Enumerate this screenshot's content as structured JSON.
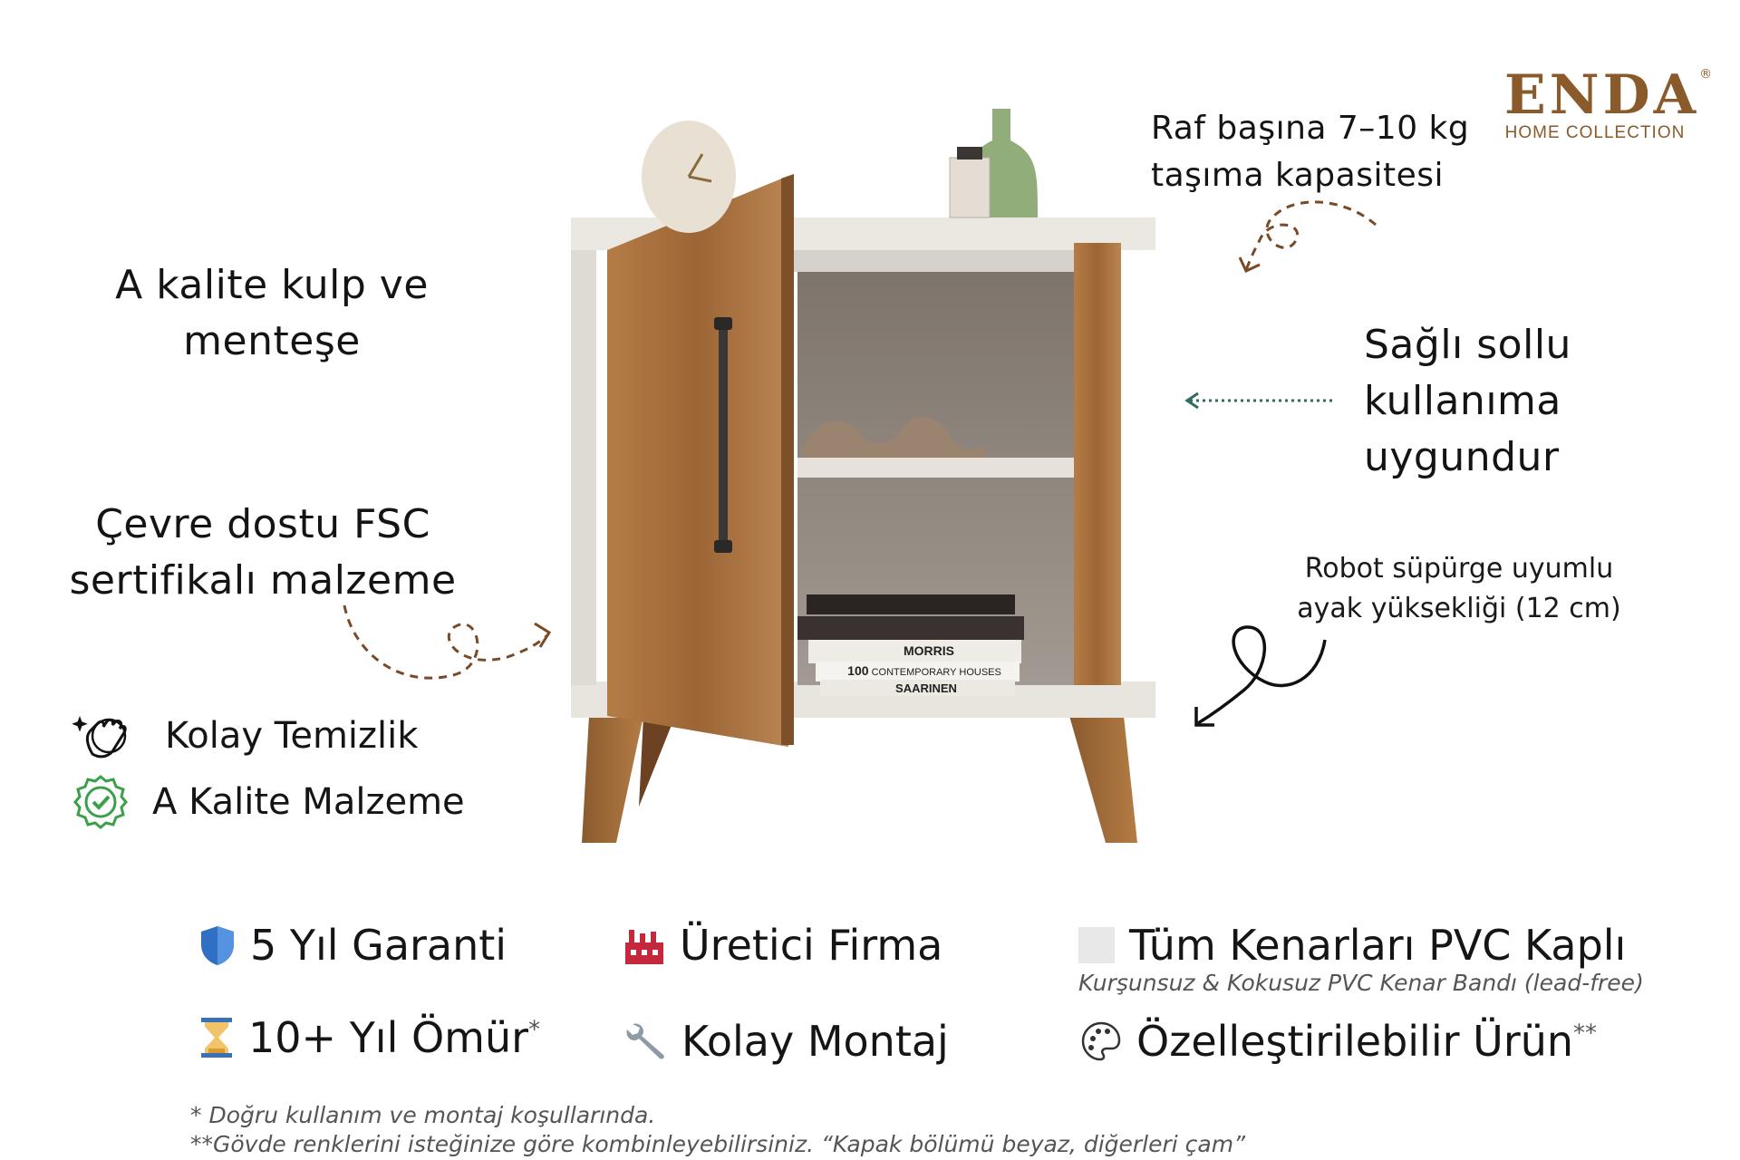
{
  "brand": {
    "name": "ENDA",
    "registered": "®",
    "tagline": "HOME COLLECTION",
    "color": "#8a5a2b"
  },
  "callouts": {
    "handle": [
      "A kalite kulp ve",
      "menteşe"
    ],
    "fsc": [
      "Çevre dostu FSC",
      "sertifikalı malzeme"
    ],
    "shelf_capacity": [
      "Raf başına 7–10 kg",
      "taşıma kapasitesi"
    ],
    "reversible": [
      "Sağlı sollu",
      "kullanıma",
      "uygundur"
    ],
    "robot": [
      "Robot süpürge uyumlu",
      "ayak yüksekliği (12 cm)"
    ]
  },
  "features": {
    "easy_clean": "Kolay Temizlik",
    "quality_material": "A Kalite Malzeme"
  },
  "bottom": {
    "warranty": "5 Yıl Garanti",
    "manufacturer": "Üretici Firma",
    "pvc_edges": "Tüm Kenarları PVC Kaplı",
    "pvc_note": "Kurşunsuz & Kokusuz PVC Kenar Bandı (lead-free)",
    "lifetime": "10+ Yıl Ömür",
    "lifetime_mark": "*",
    "assembly": "Kolay Montaj",
    "custom": "Özelleştirilebilir Ürün",
    "custom_mark": "**"
  },
  "notes": {
    "note1": "* Doğru kullanım ve montaj koşullarında.",
    "note2": "**Gövde renklerini isteğinize göre kombinleyebilirsiniz. “Kapak bölümü beyaz, diğerleri çam”"
  },
  "books": [
    "MORRIS",
    "100",
    "CONTEMPORARY HOUSES",
    "SAARINEN"
  ],
  "icons": {
    "warranty": "shield-icon",
    "manufacturer": "factory-icon",
    "pvc": "square-icon",
    "lifetime": "hourglass-icon",
    "assembly": "wrench-icon",
    "custom": "palette-icon",
    "clean": "sparkle-hand-icon",
    "quality": "check-badge-icon"
  },
  "colors": {
    "wood": "#a8733f",
    "white": "#ece8e2",
    "interior": "#8a8580",
    "accent_green": "#3aa04a"
  }
}
